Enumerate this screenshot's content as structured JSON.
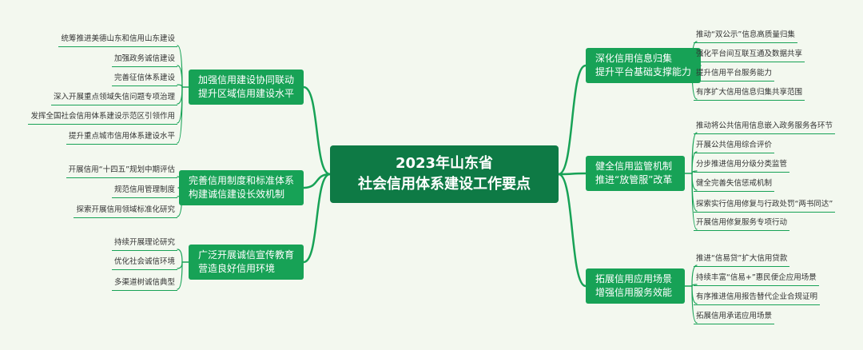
{
  "center": {
    "line1": "2023年山东省",
    "line2": "社会信用体系建设工作要点"
  },
  "colors": {
    "center": "#0e7a45",
    "branch": "#17a256",
    "connector": "#17a256",
    "background": "#f3f8ef"
  },
  "left_branches": [
    {
      "line1": "加强信用建设协同联动",
      "line2": "提升区域信用建设水平",
      "items": [
        "统筹推进美德山东和信用山东建设",
        "加强政务诚信建设",
        "完善征信体系建设",
        "深入开展重点领域失信问题专项治理",
        "发挥全国社会信用体系建设示范区引领作用",
        "提升重点城市信用体系建设水平"
      ]
    },
    {
      "line1": "完善信用制度和标准体系",
      "line2": "构建诚信建设长效机制",
      "items": [
        "开展信用“十四五”规划中期评估",
        "规范信用管理制度",
        "探索开展信用领域标准化研究"
      ]
    },
    {
      "line1": "广泛开展诚信宣传教育",
      "line2": "营造良好信用环境",
      "items": [
        "持续开展理论研究",
        "优化社会诚信环境",
        "多渠道树诚信典型"
      ]
    }
  ],
  "right_branches": [
    {
      "line1": "深化信用信息归集",
      "line2": "提升平台基础支撑能力",
      "items": [
        "推动“双公示”信息高质量归集",
        "强化平台间互联互通及数据共享",
        "提升信用平台服务能力",
        "有序扩大信用信息归集共享范围"
      ]
    },
    {
      "line1": "健全信用监管机制",
      "line2": "推进“放管服”改革",
      "items": [
        "推动将公共信用信息嵌入政务服务各环节",
        "开展公共信用综合评价",
        "分步推进信用分级分类监管",
        "健全完善失信惩戒机制",
        "探索实行信用修复与行政处罚“两书同达”",
        "开展信用修复服务专项行动"
      ]
    },
    {
      "line1": "拓展信用应用场景",
      "line2": "增强信用服务效能",
      "items": [
        "推进“信易贷”扩大信用贷款",
        "持续丰富“信易+”惠民便企应用场景",
        "有序推进信用报告替代企业合规证明",
        "拓展信用承诺应用场景"
      ]
    }
  ]
}
